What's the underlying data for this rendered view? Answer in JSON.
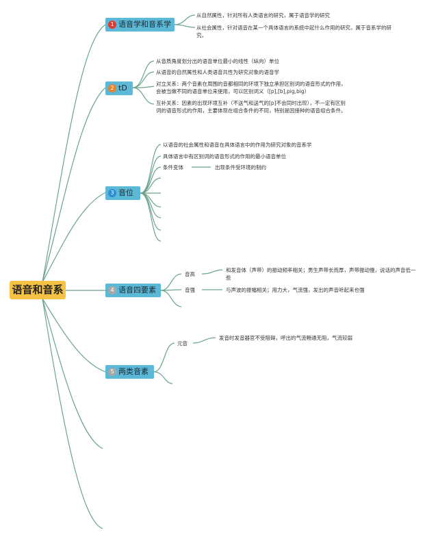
{
  "root": {
    "label": "语音和音系"
  },
  "colors": {
    "root_bg": "#f6c243",
    "topic_bg": "#5bb8d6",
    "line": "#6aa38a"
  },
  "topics": [
    {
      "num": "1",
      "num_color": "#e03a2e",
      "label": "语音学和音系学",
      "leaves": [
        "从自然属性，针对所有人类语言的研究，属于语音学的研究",
        "从社会属性，针对语音在某一个具体语言的系统中起什么作用的研究，属于音系学的研究。"
      ]
    },
    {
      "num": "2",
      "num_color": "#e8822a",
      "label": "tD",
      "leaves": [
        "从音质角度划分出的语音单位最小的线性（纵向）单位",
        "从语音的自然属性和人类语音共性为研究对象的语音学",
        "对立关系：两个音素在周围的音都相同的环境下独立承担区别词的语音形式的作用，会被当做不同的语音单位来使用，可以区别词义（[p],[b],pig,big）",
        "互补关系：因素的出现环境互补（不送气和送气的[p]不会同时出现），不一定有区别词的语音形式的作用，主要体现在组合条件的不同，特别是因接种的语音组合条件。"
      ]
    },
    {
      "num": "3",
      "num_color": "#2f8fd6",
      "label": "音位",
      "leaves": [
        "以语音的社会属性和语音在具体语言中的作用为研究对象的音系学",
        "具体语言中有区别词的语音形式的作用的最小语音单位",
        "条件变体"
      ],
      "sub": {
        "text": "出现条件受环境的制约"
      }
    },
    {
      "num": "4",
      "num_color": "#a8a8a8",
      "label": "语音四要素",
      "items": [
        {
          "label": "音高",
          "desc": "和发音体（声带）的振动频率相关；男生声带长而厚，声带振动慢，说话的声音低一些"
        },
        {
          "label": "音强",
          "desc": "与声波的振幅相关；用力大，气流强，发出的声音听起来也强"
        }
      ]
    },
    {
      "num": "5",
      "num_color": "#a8a8a8",
      "label": "两类音素",
      "items": [
        {
          "label": "元音",
          "desc": "发音时发音器官不受阻碍，呼出的气流畅通无阻，气流较弱"
        }
      ]
    }
  ]
}
